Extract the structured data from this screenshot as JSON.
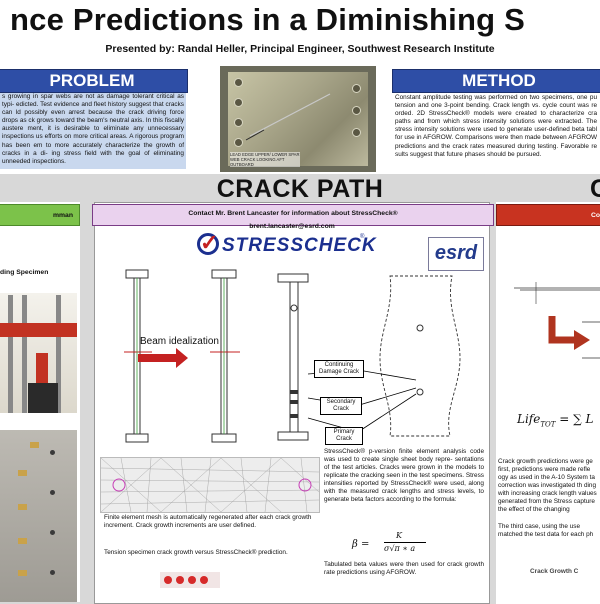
{
  "header": {
    "title": "nce Predictions in a Diminishing S",
    "presenter": "Presented by:  Randal Heller, Principal Engineer, Southwest Research Institute"
  },
  "problem": {
    "heading": "PROBLEM",
    "text": "s growing in spar webs are not as damage tolerant critical as typi- edicted.  Test evidence and fleet history suggest that cracks can ld possibly even arrest because the crack driving force drops as ck grows toward the beam's neutral axis.  In this fiscally austere ment, it is desirable to eliminate any unnecessary inspections us efforts on more critical areas.  A rigorous program has been em to more accurately characterize the growth of cracks in a di- ing stress field with the goal of eliminating unneeded inspections."
  },
  "photo": {
    "caption": "LEAD EDGE UPPER/ LOWER SPAR WEB CRACK LOOKING AFT OUTBOARD"
  },
  "method": {
    "heading": "METHOD",
    "text": "Constant amplitude testing was performed on two specimens, one pu tension and one 3-point bending.  Crack length vs. cycle count was re orded.  2D StressCheck® models were created to characterize cra paths and from which stress intensity solutions were extracted.  The stress intensity solutions were used to generate user-defined beta tabl for use in AFGROW.  Comparisons were then made between AFGROW predictions and the crack rates measured during testing.  Favorable re sults suggest that future phases should be pursued."
  },
  "crack_path": {
    "heading": "CRACK PATH",
    "right_letter": "C"
  },
  "left_panel": {
    "header": "mman",
    "label": "ding Specimen"
  },
  "center_panel": {
    "header": "Contact Mr. Brent Lancaster for information about StressCheck®",
    "email": "brent.lancaster@esrd.com",
    "logo_text": "STRESSCHECK",
    "logo_sup": "®",
    "esrd": "esrd",
    "beam_label": "Beam idealization",
    "annotations": {
      "continuing": "Continuing Damage Crack",
      "secondary": "Secondary Crack",
      "primary": "Primary Crack"
    },
    "mesh_caption": "Finite element mesh is automatically regenerated after each crack growth increment.  Crack growth increments are user defined.",
    "tension_caption": "Tension specimen crack growth versus StressCheck® prediction.",
    "description": "StressCheck® p-version finite element analysis code was used to create single sheet body repre- sentations of the test articles.  Cracks were grown in the models to replicate the cracking seen in the test specimens.  Stress intensities reported by StressCheck® were used, along with the measured crack lengths and stress levels, to generate beta factors according to the formula:",
    "formula": {
      "beta": "β =",
      "numerator": "K",
      "denominator": "σ√π ∗ a"
    },
    "tabulated": "Tabulated beta values were then used for crack growth rate predictions using AFGROW."
  },
  "right_panel": {
    "header": "Co",
    "life_formula": "Life",
    "life_sub": "TOT",
    "life_rest": " = ∑ L",
    "text1": "Crack growth predictions were ge first, predictions were made refle ogy as used in the A-10 System ta correction was investigated th ding with increasing crack length values generated from the Stress capture the effect of the changing",
    "text2": "The third case, using the use matched the test data for each ph",
    "footer": "Crack Growth C"
  },
  "colors": {
    "header_blue": "#2e4ea6",
    "problem_bg": "#c9d8ee",
    "green_header": "#7cc24a",
    "purple_header": "#ead2ee",
    "red_header": "#c83320",
    "arrow_red": "#c42121"
  }
}
